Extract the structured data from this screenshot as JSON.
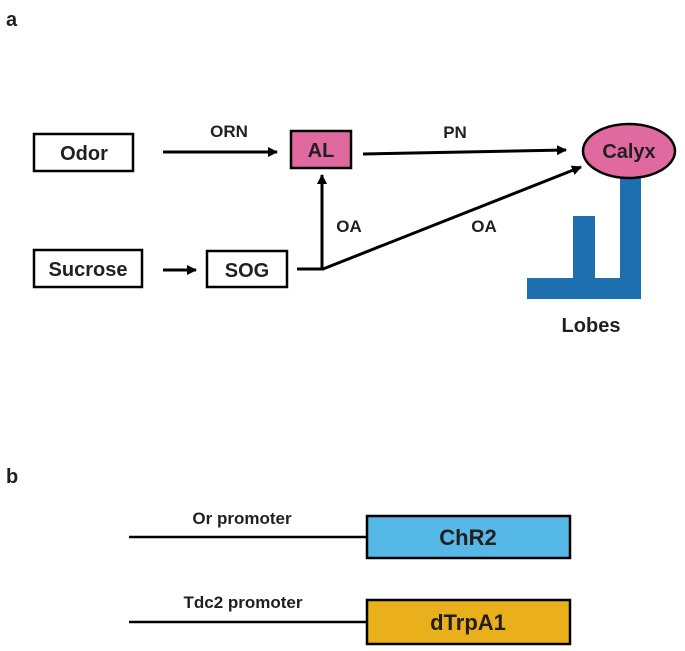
{
  "panel_a": {
    "label": "a",
    "nodes": {
      "odor": "Odor",
      "sucrose": "Sucrose",
      "sog": "SOG",
      "al": "AL",
      "calyx": "Calyx",
      "lobes": "Lobes"
    },
    "edges": {
      "orn": "ORN",
      "pn": "PN",
      "oa_vertical": "OA",
      "oa_diagonal": "OA"
    },
    "colors": {
      "al_fill": "#e06aa0",
      "calyx_fill": "#e06aa0",
      "lobes_fill": "#1e6fb0",
      "stroke": "#000000"
    }
  },
  "panel_b": {
    "label": "b",
    "constructs": [
      {
        "promoter": "Or promoter",
        "gene": "ChR2",
        "color": "#56b8e6"
      },
      {
        "promoter": "Tdc2 promoter",
        "gene": "dTrpA1",
        "color": "#e9b01c"
      }
    ]
  }
}
